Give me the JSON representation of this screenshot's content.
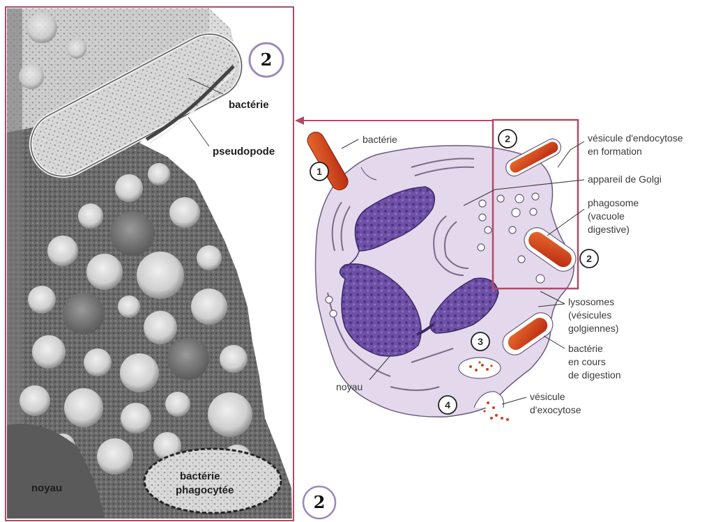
{
  "micrograph": {
    "label_bacterie": "bactérie",
    "label_pseudopode": "pseudopode",
    "label_noyau": "noyau",
    "label_phagocytee_1": "bactérie",
    "label_phagocytee_2": "phagocytée",
    "step_top": "2",
    "step_bottom": "2"
  },
  "diagram": {
    "step_1": "1",
    "step_2a": "2",
    "step_2b": "2",
    "step_3": "3",
    "step_4": "4",
    "label_bacterie": "bactérie",
    "label_endocytose_1": "vésicule d'endocytose",
    "label_endocytose_2": "en formation",
    "label_golgi": "appareil de Golgi",
    "label_phagosome_1": "phagosome",
    "label_phagosome_2": "(vacuole",
    "label_phagosome_3": "digestive)",
    "label_lysosomes_1": "lysosomes",
    "label_lysosomes_2": "(vésicules",
    "label_lysosomes_3": "golgiennes)",
    "label_digestion_1": "bactérie",
    "label_digestion_2": "en cours",
    "label_digestion_3": "de digestion",
    "label_noyau": "noyau",
    "label_exocytose_1": "vésicule",
    "label_exocytose_2": "d'exocytose"
  },
  "colors": {
    "frame": "#b14a66",
    "bacteria": "#d2401c",
    "nucleus": "#6d4fa0",
    "cytoplasm": "#e4d9ec"
  }
}
